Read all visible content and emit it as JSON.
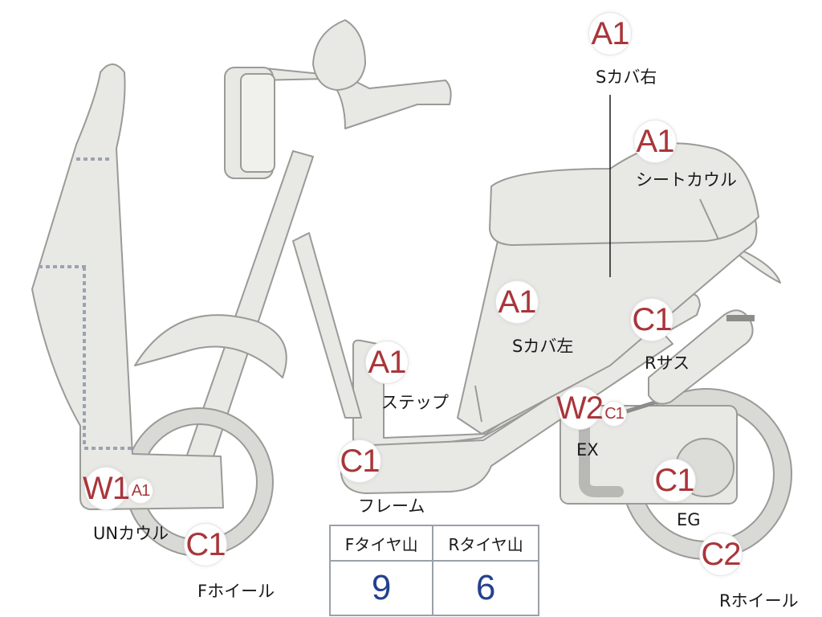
{
  "colors": {
    "body_fill": "#e8e8e5",
    "body_stroke": "#9a9a97",
    "grade_text": "#a9363a",
    "tire_value": "#24408f",
    "dotted_line": "#9aa3b2"
  },
  "parts": {
    "s_cover_right": {
      "grade": "A1",
      "label": "Sカバ右"
    },
    "seat_cowl": {
      "grade": "A1",
      "label": "シートカウル"
    },
    "s_cover_left": {
      "grade": "A1",
      "label": "Sカバ左"
    },
    "step": {
      "grade": "A1",
      "label": "ステップ"
    },
    "rear_suspension": {
      "grade": "C1",
      "label": "Rサス"
    },
    "exhaust": {
      "grade": "W2",
      "grade2": "C1",
      "label": "EX"
    },
    "frame": {
      "grade": "C1",
      "label": "フレーム"
    },
    "under_cowl": {
      "grade": "W1",
      "grade2": "A1",
      "label": "UNカウル"
    },
    "front_wheel": {
      "grade": "C1",
      "label": "Fホイール"
    },
    "engine": {
      "grade": "C1",
      "label": "EG"
    },
    "rear_wheel": {
      "grade": "C2",
      "label": "Rホイール"
    }
  },
  "tire_tread": {
    "front_header": "Fタイヤ山",
    "rear_header": "Rタイヤ山",
    "front_value": "9",
    "rear_value": "6"
  }
}
